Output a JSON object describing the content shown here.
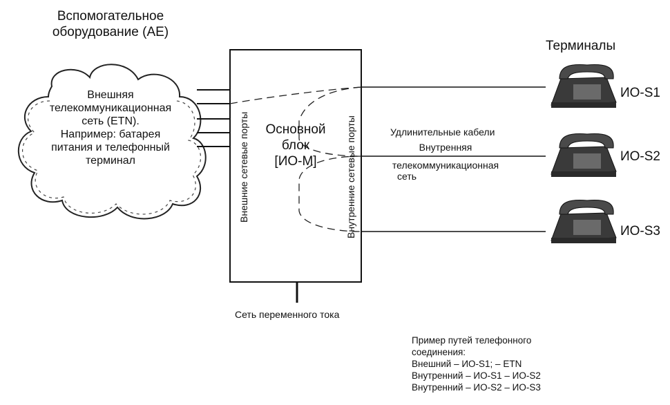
{
  "ae_title": [
    "Вспомогательное",
    "оборудование (AE)"
  ],
  "etn_cloud": [
    "Внешняя",
    "телекоммуникационная",
    "сеть (ETN).",
    "Например: батарея",
    "питания и телефонный",
    "терминал"
  ],
  "main_block": {
    "label": [
      "Основной",
      "блок",
      "[ИО-М]"
    ],
    "external_ports_label": "Внешние сетевые порты",
    "internal_ports_label": "Внутренние сетевые порты"
  },
  "terminals_title": "Терминалы",
  "terminals": [
    {
      "label": "ИО-S1",
      "icon": "telephone-icon"
    },
    {
      "label": "ИО-S2",
      "icon": "telephone-icon"
    },
    {
      "label": "ИО-S3",
      "icon": "telephone-icon"
    }
  ],
  "extension_cables_label": "Удлинительные кабели",
  "internal_network_label": [
    "Внутренняя",
    "телекоммуникационная",
    "сеть"
  ],
  "ac_network_label": "Сеть переменного тока",
  "paths_note": [
    "Пример путей телефонного",
    "соединения:",
    "Внешний – ИО-S1; – ETN",
    "Внутренний – ИО-S1 – ИО-S2",
    "Внутренний – ИО-S2 – ИО-S3"
  ]
}
